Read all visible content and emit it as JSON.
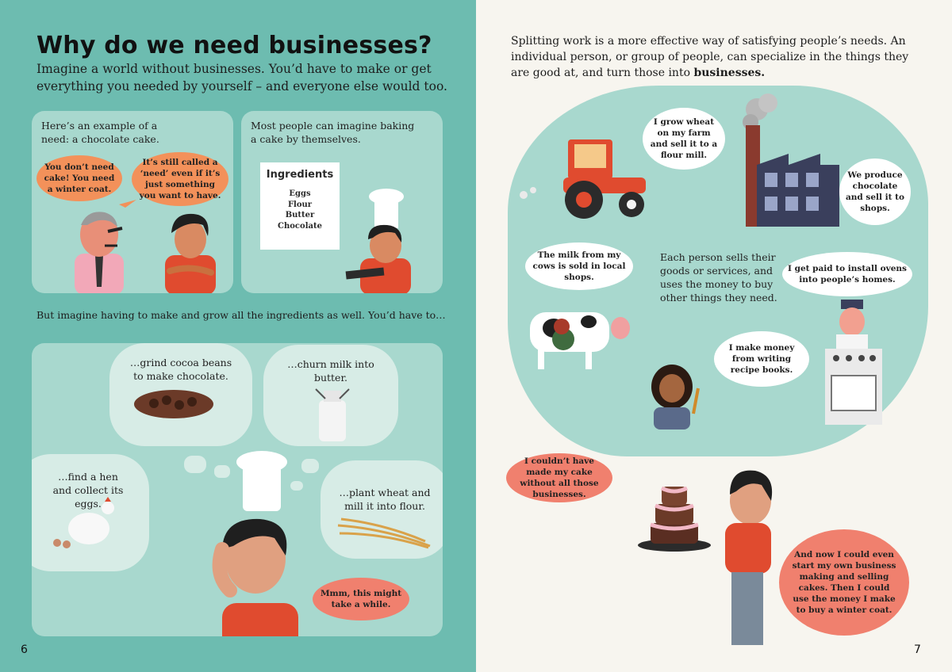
{
  "left_page": {
    "title": "Why do we need businesses?",
    "intro": "Imagine a world without businesses. You’d have to make or get everything you needed by yourself – and everyone else would too.",
    "panel1": {
      "caption": "Here’s an example of a need: a chocolate cake.",
      "bubble_dad": "You don’t need cake! You need a winter coat.",
      "bubble_boy": "It’s still called a ‘need’ even if it’s just something you want to have."
    },
    "panel2": {
      "caption": "Most people can imagine baking a cake by themselves.",
      "ingredients_title": "Ingredients",
      "ingredients": [
        "Eggs",
        "Flour",
        "Butter",
        "Chocolate"
      ]
    },
    "middle_text": "But imagine having to make and grow all the ingredients as well. You’d have to…",
    "panel3": {
      "thought_cocoa": "…grind cocoa beans to make chocolate.",
      "thought_milk": "…churn milk into butter.",
      "thought_hen": "…find a hen and collect its eggs.",
      "thought_wheat": "…plant wheat and mill it into flour.",
      "bubble_boy": "Mmm, this might take a while."
    },
    "page_number": "6"
  },
  "right_page": {
    "intro_start": "Splitting work is a more effective way of satisfying people’s needs. An individual person, or group of people, can specialize in the things they are good at, and turn those into ",
    "intro_bold": "businesses.",
    "bubble_farmer": "I grow wheat on my farm and sell it to a flour mill.",
    "bubble_factory": "We produce chocolate and sell it to shops.",
    "bubble_cow": "The milk from my cows is sold in local shops.",
    "center_text": "Each person sells their goods or services, and uses the money to buy other things they need.",
    "bubble_oven": "I get paid to install ovens into people’s homes.",
    "bubble_writer": "I make money from writing recipe books.",
    "bubble_cake": "I couldn’t have made my cake without all those businesses.",
    "bubble_business": "And now I could even start my own business making and selling cakes. Then I could use the money I make to buy a winter coat.",
    "page_number": "7"
  },
  "colors": {
    "left_bg": "#6dbcb0",
    "panel_bg": "#a8d8ce",
    "right_bg": "#f7f5ef",
    "bubble_orange": "#f3915a",
    "bubble_salmon": "#f0806e"
  }
}
